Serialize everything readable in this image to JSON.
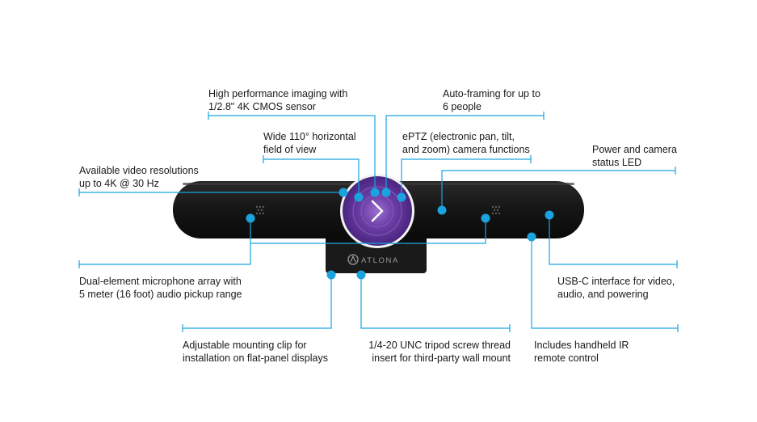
{
  "product": {
    "brand": "ATLONA",
    "accent_color": "#1ba3e0",
    "highlight_color": "#6a3fa3",
    "body_color": "#141414",
    "center_icon": "chevron-right-icon"
  },
  "callouts": [
    {
      "id": "imaging",
      "lines": [
        "High performance imaging with",
        "1/2.8\" 4K CMOS sensor"
      ]
    },
    {
      "id": "autoframing",
      "lines": [
        "Auto-framing for up to",
        "6 people"
      ]
    },
    {
      "id": "fov",
      "lines": [
        "Wide 110° horizontal",
        "field of view"
      ]
    },
    {
      "id": "eptz",
      "lines": [
        "ePTZ (electronic pan, tilt,",
        "and zoom) camera functions"
      ]
    },
    {
      "id": "led",
      "lines": [
        "Power and camera",
        "status LED"
      ]
    },
    {
      "id": "resolution",
      "lines": [
        "Available video resolutions",
        "up to 4K @ 30 Hz"
      ]
    },
    {
      "id": "mic",
      "lines": [
        "Dual-element microphone array with",
        "5 meter (16 foot) audio pickup range"
      ]
    },
    {
      "id": "usbc",
      "lines": [
        "USB-C interface for video,",
        "audio, and powering"
      ]
    },
    {
      "id": "clip",
      "lines": [
        "Adjustable mounting clip for",
        "installation on flat-panel displays"
      ]
    },
    {
      "id": "tripod",
      "lines": [
        "1/4-20 UNC tripod screw thread",
        "insert for third-party wall mount"
      ]
    },
    {
      "id": "ir",
      "lines": [
        "Includes handheld IR",
        "remote control"
      ]
    }
  ]
}
